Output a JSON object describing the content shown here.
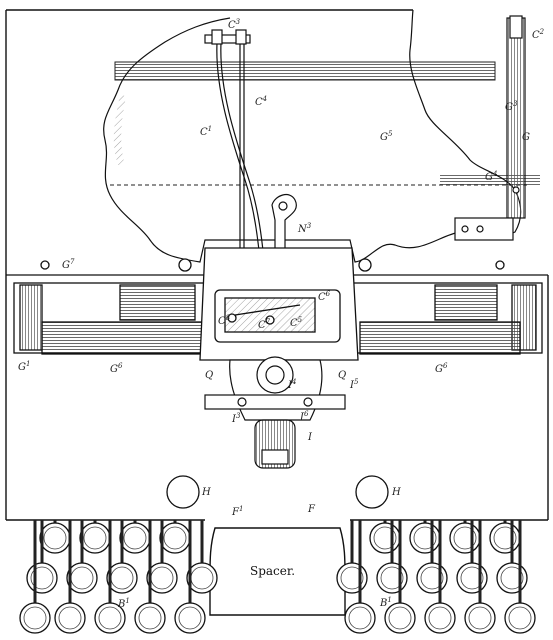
{
  "figure": {
    "labels": [
      {
        "id": "C3",
        "base": "C",
        "sub": "3"
      },
      {
        "id": "C2",
        "base": "C",
        "sub": "2"
      },
      {
        "id": "C4",
        "base": "C",
        "sub": "4"
      },
      {
        "id": "C1",
        "base": "C",
        "sub": "1"
      },
      {
        "id": "G3",
        "base": "G",
        "sub": "3"
      },
      {
        "id": "G",
        "base": "G",
        "sub": ""
      },
      {
        "id": "G5",
        "base": "G",
        "sub": "5"
      },
      {
        "id": "G4",
        "base": "G",
        "sub": "4"
      },
      {
        "id": "N3",
        "base": "N",
        "sub": "3"
      },
      {
        "id": "G7",
        "base": "G",
        "sub": "7"
      },
      {
        "id": "C6",
        "base": "C",
        "sub": "6"
      },
      {
        "id": "C5",
        "base": "C",
        "sub": "5"
      },
      {
        "id": "C7",
        "base": "C",
        "sub": "7"
      },
      {
        "id": "C8",
        "base": "C",
        "sub": "8"
      },
      {
        "id": "G1",
        "base": "G",
        "sub": "1"
      },
      {
        "id": "G6L",
        "base": "G",
        "sub": "6"
      },
      {
        "id": "G6R",
        "base": "G",
        "sub": "6"
      },
      {
        "id": "Q1",
        "base": "Q",
        "sub": ""
      },
      {
        "id": "Q2",
        "base": "Q",
        "sub": ""
      },
      {
        "id": "I4",
        "base": "I",
        "sub": "4"
      },
      {
        "id": "I5",
        "base": "I",
        "sub": "5"
      },
      {
        "id": "I3",
        "base": "I",
        "sub": "3"
      },
      {
        "id": "I6",
        "base": "I",
        "sub": "6"
      },
      {
        "id": "I",
        "base": "I",
        "sub": ""
      },
      {
        "id": "H1",
        "base": "H",
        "sub": ""
      },
      {
        "id": "H2",
        "base": "H",
        "sub": ""
      },
      {
        "id": "F1",
        "base": "F",
        "sub": "1"
      },
      {
        "id": "F",
        "base": "F",
        "sub": ""
      },
      {
        "id": "B1L",
        "base": "B",
        "sub": "1"
      },
      {
        "id": "B1R",
        "base": "B",
        "sub": "1"
      }
    ],
    "spacer_label": "Spacer."
  }
}
